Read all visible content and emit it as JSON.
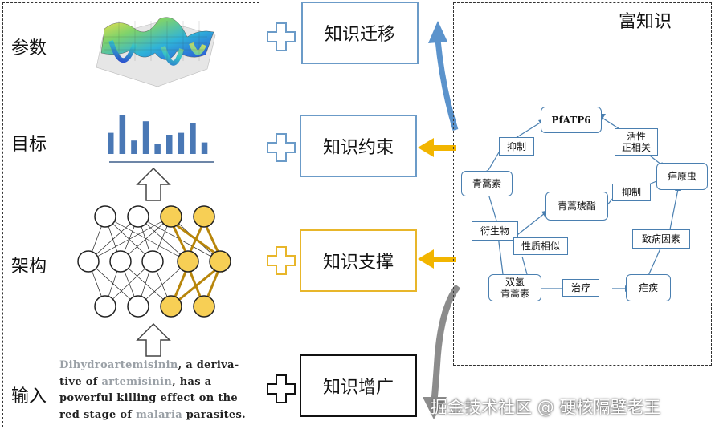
{
  "left": {
    "labels": {
      "params": "参数",
      "target": "目标",
      "arch": "架构",
      "input": "输入"
    },
    "sentence": {
      "t1": "Dihydroartemisinin",
      "t2": ", a deriva-tive of ",
      "t3": "artemisinin",
      "t4": ", has a powerful killing effect on the red stage of ",
      "t5": "malaria",
      "t6": " parasites."
    },
    "target_bars": [
      0.55,
      1.0,
      0.35,
      0.85,
      0.25,
      0.5,
      0.55,
      0.8,
      0.3
    ]
  },
  "middle": {
    "boxes": {
      "transfer": "知识迁移",
      "constraint": "知识约束",
      "support": "知识支撑",
      "augment": "知识增广"
    }
  },
  "right": {
    "title": "富知识",
    "nodes": {
      "pfatp6": "PfATP6",
      "qinghaosu": "青蒿素",
      "qinghaozhi": "青蒿琥酯",
      "nueyuanchong": "疟原虫",
      "dhqhs_l1": "双氢",
      "dhqhs_l2": "青蒿素",
      "nueji": "疟疾"
    },
    "edges": {
      "yizhi1": "抑制",
      "huoxing_l1": "活性",
      "huoxing_l2": "正相关",
      "yizhi2": "抑制",
      "yanshengwu": "衍生物",
      "xingzhi": "性质相似",
      "zhibingyinsu": "致病因素",
      "zhiliao": "治疗"
    }
  },
  "watermark": "掘金技术社区 @ 硬核隔壁老王",
  "colors": {
    "blue_accent": "#6b9bc8",
    "gold_accent": "#e8b62a",
    "bar_blue": "#4a78b5",
    "node_gold": "#f7cf55",
    "arrow_gold": "#f2b500",
    "arrow_blue": "#5b93cc",
    "arrow_gray": "#8c8c8c"
  }
}
